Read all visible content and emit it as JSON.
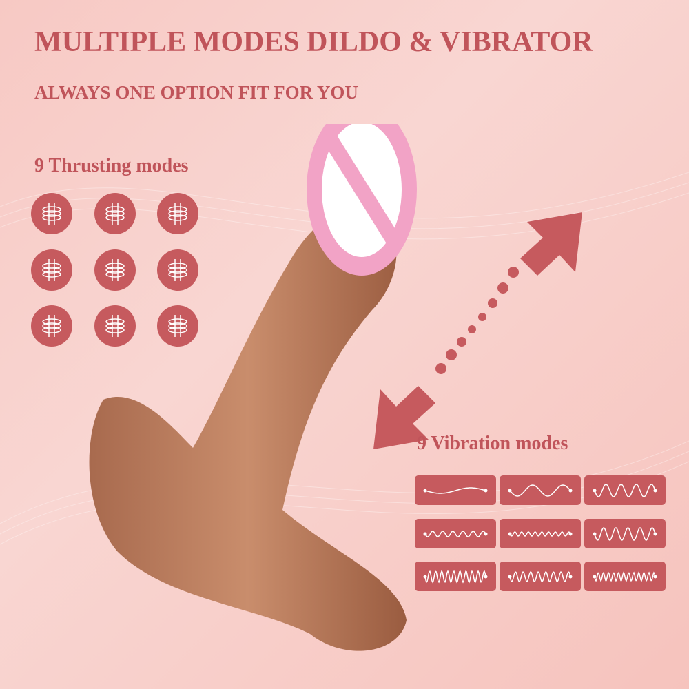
{
  "header": {
    "title": "MULTIPLE MODES DILDO & VIBRATOR",
    "subtitle": "ALWAYS ONE OPTION FIT FOR YOU"
  },
  "thrusting": {
    "label": "9 Thrusting modes",
    "count": 9
  },
  "vibration": {
    "label": "9 Vibration modes",
    "count": 9
  },
  "colors": {
    "accent": "#c0545a",
    "button": "#c65a5e",
    "background": "#f8cfca"
  }
}
